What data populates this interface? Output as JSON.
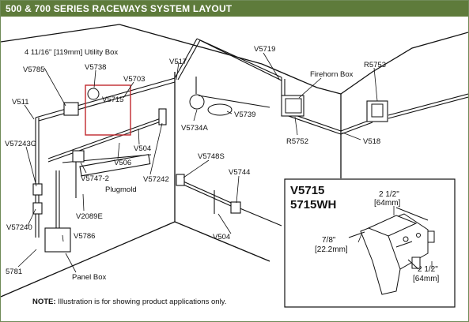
{
  "title": "500 & 700 SERIES RACEWAYS SYSTEM LAYOUT",
  "labels": {
    "utility_box": "4 11/16\" [119mm] Utility Box",
    "v5785": "V5785",
    "v5738": "V5738",
    "v5703": "V5703",
    "v517": "V517",
    "v5719": "V5719",
    "firehorn_box": "Firehorn Box",
    "r5753": "R5753",
    "v511": "V511",
    "v5715": "V5715",
    "v5739": "V5739",
    "v5734a": "V5734A",
    "r5752": "R5752",
    "v518": "V518",
    "v57243g": "V57243G",
    "v504_top": "V504",
    "v506": "V506",
    "v5748s": "V5748S",
    "v5744": "V5744",
    "v57242": "V57242",
    "v5747_2": "V5747-2",
    "plugmold": "Plugmold",
    "v2089e": "V2089E",
    "v57240": "V57240",
    "v5786": "V5786",
    "v504_bottom": "V504",
    "v5781": "5781",
    "panel_box": "Panel Box"
  },
  "inset": {
    "title1": "V5715",
    "title2": "5715WH",
    "dim_top": "2 1/2\"",
    "dim_top_mm": "[64mm]",
    "dim_left": "7/8\"",
    "dim_left_mm": "[22.2mm]",
    "dim_right": "2 1/2\"",
    "dim_right_mm": "[64mm]"
  },
  "note_label": "NOTE:",
  "note_text": " Illustration is for showing product applications only.",
  "colors": {
    "title_bar": "#5e7b3b",
    "highlight_box": "#c0282d",
    "line": "#111111"
  }
}
